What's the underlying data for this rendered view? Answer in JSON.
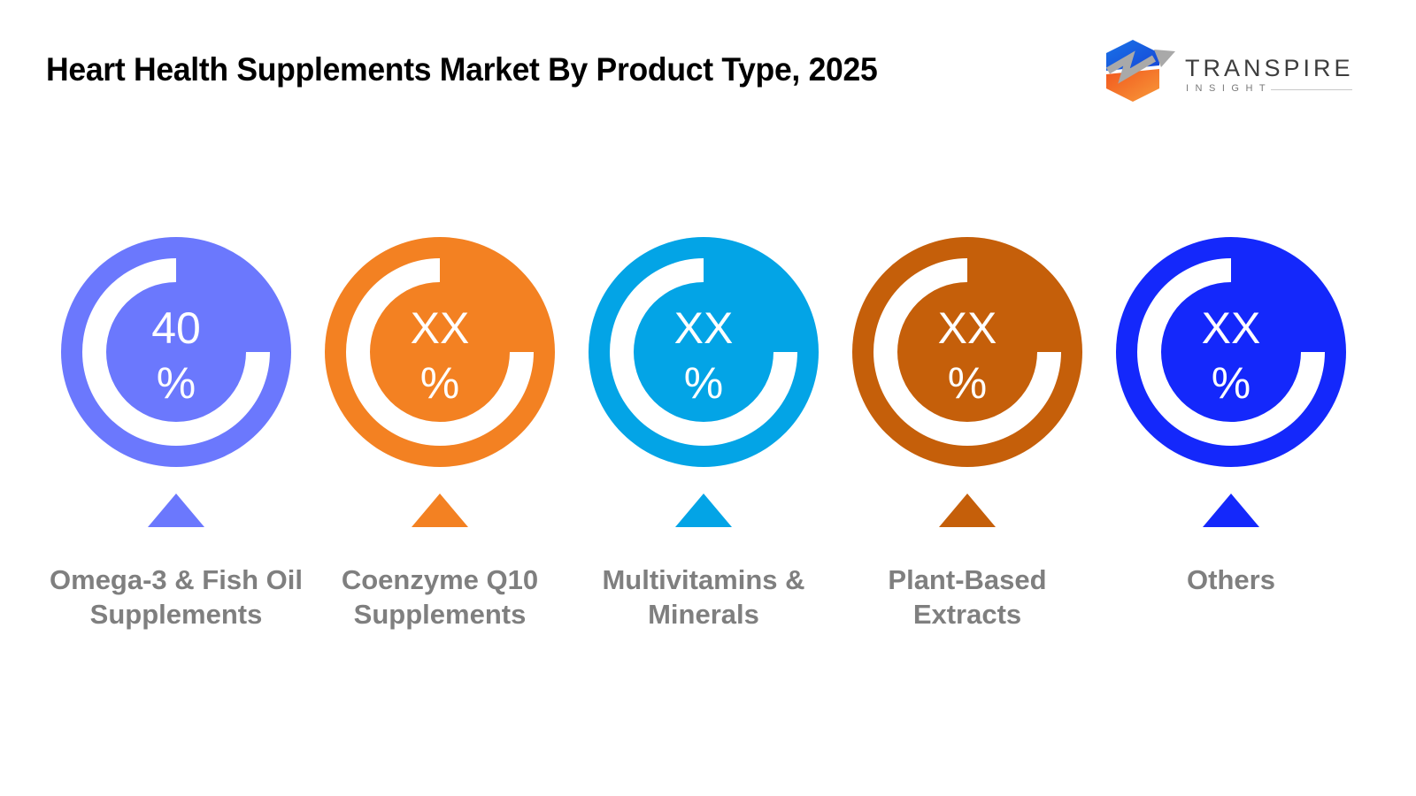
{
  "header": {
    "title": "Heart Health Supplements Market By Product Type, 2025"
  },
  "logo": {
    "name": "TRANSPIRE",
    "subtitle": "INSIGHT",
    "icon": "hexagon-arrow-logo-icon"
  },
  "segments": [
    {
      "label_line1": "Omega-3 & Fish Oil",
      "label_line2": "Supplements",
      "value": "40",
      "unit": "%",
      "color": "#6b78fd"
    },
    {
      "label_line1": "Coenzyme Q10",
      "label_line2": "Supplements",
      "value": "XX",
      "unit": "%",
      "color": "#f38122"
    },
    {
      "label_line1": "Multivitamins &",
      "label_line2": "Minerals",
      "value": "XX",
      "unit": "%",
      "color": "#03a4e6"
    },
    {
      "label_line1": "Plant-Based",
      "label_line2": "Extracts",
      "value": "XX",
      "unit": "%",
      "color": "#c55f0a"
    },
    {
      "label_line1": "Others",
      "label_line2": "",
      "value": "XX",
      "unit": "%",
      "color": "#1428fb"
    }
  ],
  "chart_data": {
    "type": "pie",
    "title": "Heart Health Supplements Market By Product Type, 2025",
    "categories": [
      "Omega-3 & Fish Oil Supplements",
      "Coenzyme Q10 Supplements",
      "Multivitamins & Minerals",
      "Plant-Based Extracts",
      "Others"
    ],
    "values": [
      40,
      null,
      null,
      null,
      null
    ],
    "value_labels": [
      "40 %",
      "XX %",
      "XX %",
      "XX %",
      "XX %"
    ],
    "colors": [
      "#6b78fd",
      "#f38122",
      "#03a4e6",
      "#c55f0a",
      "#1428fb"
    ],
    "unit": "%",
    "legend_position": "below each gauge"
  }
}
